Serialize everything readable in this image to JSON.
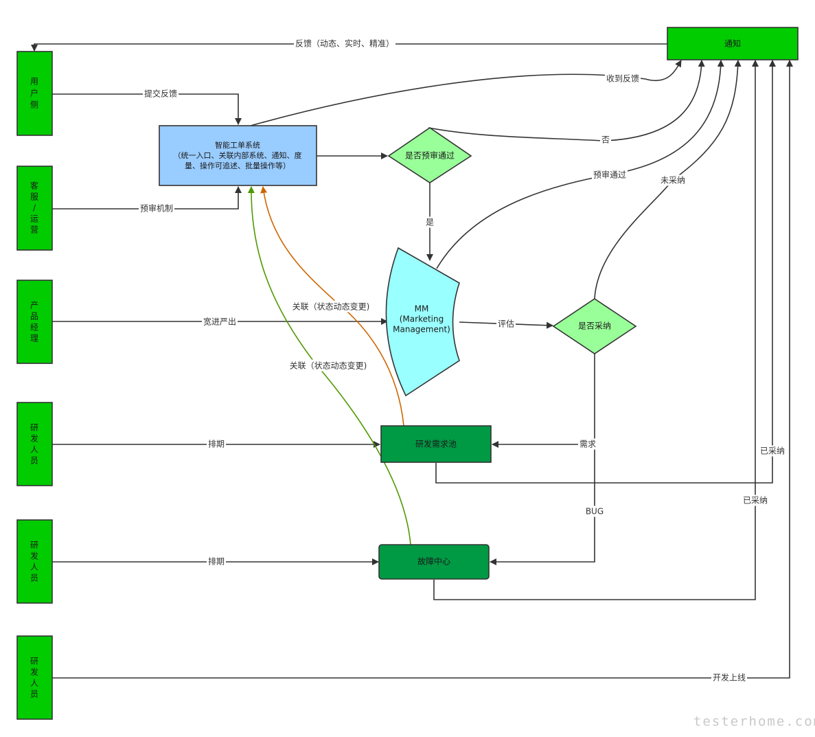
{
  "nodes": {
    "notify": "通知",
    "actor_user": "用\n户\n侧",
    "actor_cs": "客\n服\n/\n运\n营",
    "actor_pm": "产\n品\n经\n理",
    "actor_dev1": "研\n发\n人\n员",
    "actor_dev2": "研\n发\n人\n员",
    "actor_dev3": "研\n发\n人\n员",
    "ticket_system": "智能工单系统\n（统一入口、关联内部系统、通知、度\n量、操作可追述、批量操作等）",
    "prereview": "是否预审通过",
    "mm": "MM\n(Marketing\nManagement)",
    "adopt": "是否采纳",
    "dev_pool": "研发需求池",
    "fault_center": "故障中心"
  },
  "edges": {
    "feedback": "反馈（动态、实时、精准）",
    "submit": "提交反馈",
    "received": "收到反馈",
    "prereview_mech": "预审机制",
    "no": "否",
    "yes": "是",
    "passed": "预审通过",
    "not_adopted": "未采纳",
    "strict": "宽进严出",
    "evaluate": "评估",
    "link_orange": "关联（状态动态变更)",
    "link_green": "关联（状态动态变更)",
    "schedule1": "排期",
    "schedule2": "排期",
    "requirement": "需求",
    "bug": "BUG",
    "adopted1": "已采纳",
    "adopted2": "已采纳",
    "release": "开发上线"
  },
  "watermark": "testerhome.com",
  "colors": {
    "actor_fill": "#00cc00",
    "notify_fill": "#00cc00",
    "ticket_fill": "#99ccff",
    "decision_fill": "#99ff99",
    "mm_fill": "#99ffff",
    "process_fill": "#009944",
    "edge": "#333333",
    "link_orange": "#cc6600",
    "link_green": "#4d9900"
  }
}
